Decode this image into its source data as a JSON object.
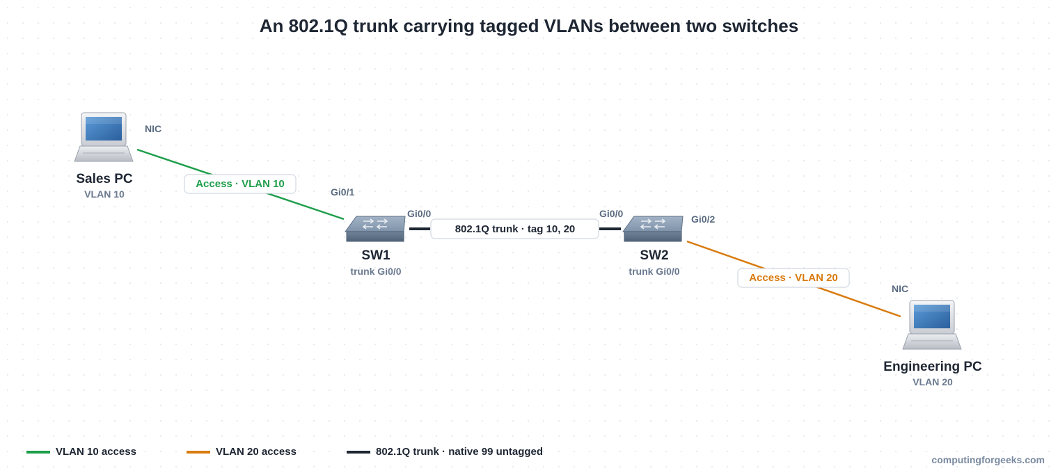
{
  "title": "An 802.1Q trunk carrying tagged VLANs between two switches",
  "colors": {
    "vlan10": "#1e9e4a",
    "vlan20": "#d97b0f",
    "trunk": "#1e2633",
    "text": "#1e2633",
    "muted": "#6b7a90"
  },
  "nodes": {
    "sales_pc": {
      "label": "Sales PC",
      "sub": "VLAN 10",
      "port": "NIC",
      "icon": "laptop-icon"
    },
    "sw1": {
      "label": "SW1",
      "sub": "trunk Gi0/0",
      "port_access": "Gi0/1",
      "port_trunk": "Gi0/0",
      "icon": "switch-icon"
    },
    "sw2": {
      "label": "SW2",
      "sub": "trunk Gi0/0",
      "port_trunk": "Gi0/0",
      "port_access": "Gi0/2",
      "icon": "switch-icon"
    },
    "eng_pc": {
      "label": "Engineering PC",
      "sub": "VLAN 20",
      "port": "NIC",
      "icon": "laptop-icon"
    }
  },
  "links": {
    "sales_access": "Access · VLAN 10",
    "trunk": "802.1Q trunk · tag 10, 20",
    "eng_access": "Access · VLAN 20"
  },
  "legend": [
    {
      "label": "VLAN 10 access",
      "color": "#1e9e4a"
    },
    {
      "label": "VLAN 20 access",
      "color": "#d97b0f"
    },
    {
      "label": "802.1Q trunk · native 99 untagged",
      "color": "#1e2633"
    }
  ],
  "credit": "computingforgeeks.com"
}
